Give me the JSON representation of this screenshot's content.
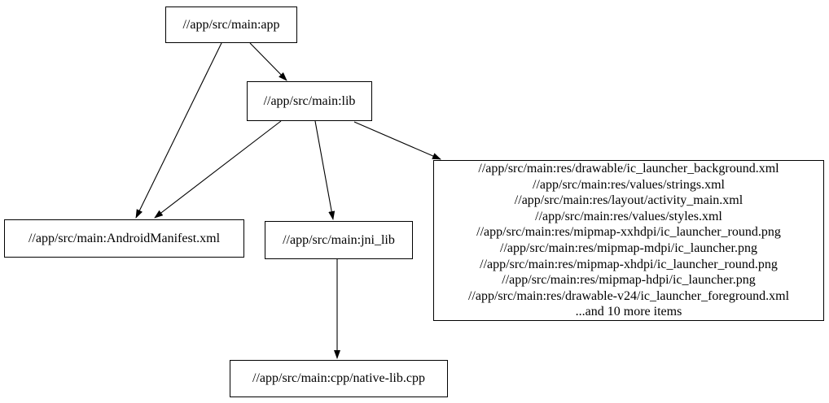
{
  "graph": {
    "background_color": "#ffffff",
    "node_fill_color": "#ffffff",
    "node_border_color": "#000000",
    "edge_color": "#000000",
    "text_color": "#000000",
    "nodes": [
      {
        "id": "app",
        "label": "//app/src/main:app"
      },
      {
        "id": "lib",
        "label": "//app/src/main:lib"
      },
      {
        "id": "manifest",
        "label": "//app/src/main:AndroidManifest.xml"
      },
      {
        "id": "jni_lib",
        "label": "//app/src/main:jni_lib"
      },
      {
        "id": "res",
        "lines": [
          "//app/src/main:res/drawable/ic_launcher_background.xml",
          "//app/src/main:res/values/strings.xml",
          "//app/src/main:res/layout/activity_main.xml",
          "//app/src/main:res/values/styles.xml",
          "//app/src/main:res/mipmap-xxhdpi/ic_launcher_round.png",
          "//app/src/main:res/mipmap-mdpi/ic_launcher.png",
          "//app/src/main:res/mipmap-xhdpi/ic_launcher_round.png",
          "//app/src/main:res/mipmap-hdpi/ic_launcher.png",
          "//app/src/main:res/drawable-v24/ic_launcher_foreground.xml",
          "...and 10 more items"
        ]
      },
      {
        "id": "cpp",
        "label": "//app/src/main:cpp/native-lib.cpp"
      }
    ],
    "edges": [
      {
        "from": "app",
        "to": "lib"
      },
      {
        "from": "app",
        "to": "manifest"
      },
      {
        "from": "lib",
        "to": "manifest"
      },
      {
        "from": "lib",
        "to": "jni_lib"
      },
      {
        "from": "lib",
        "to": "res"
      },
      {
        "from": "jni_lib",
        "to": "cpp"
      }
    ]
  }
}
